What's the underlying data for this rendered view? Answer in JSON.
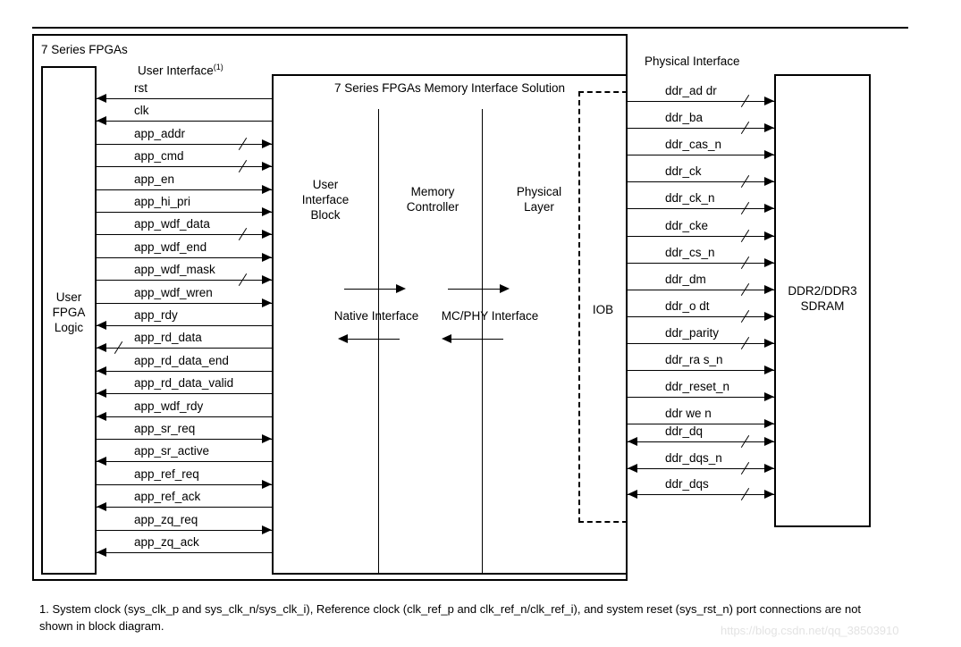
{
  "diagram": {
    "outer_label": "7 Series FPGAs",
    "left_block": "User\nFPGA\nLogic",
    "left_block_lines": [
      "User",
      "FPGA",
      "Logic"
    ],
    "user_interface_label": "User Interface",
    "user_interface_superscript": "(1)",
    "solution_title": "7 Series FPGAs Memory Interface Solution",
    "physical_interface_label": "Physical Interface",
    "sdram_block_lines": [
      "DDR2/DDR3",
      "SDRAM"
    ],
    "iob_label": "IOB",
    "inner_blocks": [
      {
        "name": "user-interface-block",
        "lines": [
          "User",
          "Interface",
          "Block"
        ]
      },
      {
        "name": "memory-controller",
        "lines": [
          "Memory",
          "Controller"
        ]
      },
      {
        "name": "physical-layer",
        "lines": [
          "Physical",
          "Layer"
        ]
      }
    ],
    "interface_labels": [
      {
        "name": "native-interface",
        "text": "Native Interface"
      },
      {
        "name": "mc-phy-interface",
        "text": "MC/PHY Interface"
      }
    ],
    "user_signals": [
      {
        "label": "rst",
        "dir": "left",
        "bus": false
      },
      {
        "label": "clk",
        "dir": "left",
        "bus": false
      },
      {
        "label": "app_addr",
        "dir": "right",
        "bus": true
      },
      {
        "label": "app_cmd",
        "dir": "right",
        "bus": true
      },
      {
        "label": "app_en",
        "dir": "right",
        "bus": false
      },
      {
        "label": "app_hi_pri",
        "dir": "right",
        "bus": false
      },
      {
        "label": "app_wdf_data",
        "dir": "right",
        "bus": true
      },
      {
        "label": "app_wdf_end",
        "dir": "right",
        "bus": false
      },
      {
        "label": "app_wdf_mask",
        "dir": "right",
        "bus": true
      },
      {
        "label": "app_wdf_wren",
        "dir": "right",
        "bus": false
      },
      {
        "label": "app_rdy",
        "dir": "left",
        "bus": false
      },
      {
        "label": "app_rd_data",
        "dir": "left",
        "bus": true
      },
      {
        "label": "app_rd_data_end",
        "dir": "left",
        "bus": false
      },
      {
        "label": "app_rd_data_valid",
        "dir": "left",
        "bus": false
      },
      {
        "label": "app_wdf_rdy",
        "dir": "left",
        "bus": false
      },
      {
        "label": "app_sr_req",
        "dir": "right",
        "bus": false
      },
      {
        "label": "app_sr_active",
        "dir": "left",
        "bus": false
      },
      {
        "label": "app_ref_req",
        "dir": "right",
        "bus": false
      },
      {
        "label": "app_ref_ack",
        "dir": "left",
        "bus": false
      },
      {
        "label": "app_zq_req",
        "dir": "right",
        "bus": false
      },
      {
        "label": "app_zq_ack",
        "dir": "left",
        "bus": false
      }
    ],
    "ddr_signals": [
      {
        "label": "ddr_ad dr",
        "dir": "right",
        "bus": true
      },
      {
        "label": "ddr_ba",
        "dir": "right",
        "bus": true
      },
      {
        "label": "ddr_cas_n",
        "dir": "right",
        "bus": false
      },
      {
        "label": "ddr_ck",
        "dir": "right",
        "bus": true
      },
      {
        "label": "ddr_ck_n",
        "dir": "right",
        "bus": true
      },
      {
        "label": "ddr_cke",
        "dir": "right",
        "bus": true
      },
      {
        "label": "ddr_cs_n",
        "dir": "right",
        "bus": true
      },
      {
        "label": "ddr_dm",
        "dir": "right",
        "bus": true
      },
      {
        "label": "ddr_o dt",
        "dir": "right",
        "bus": true
      },
      {
        "label": "ddr_parity",
        "dir": "right",
        "bus": true
      },
      {
        "label": "ddr_ra s_n",
        "dir": "right",
        "bus": false
      },
      {
        "label": "ddr_reset_n",
        "dir": "right",
        "bus": false
      },
      {
        "label": "ddr we n",
        "dir": "right",
        "bus": false
      }
    ],
    "ddr_bidir_signals": [
      {
        "label": "ddr_dq",
        "dir": "both",
        "bus": true
      },
      {
        "label": "ddr_dqs_n",
        "dir": "both",
        "bus": true
      },
      {
        "label": "ddr_dqs",
        "dir": "both",
        "bus": true
      }
    ],
    "footnote": "1. System clock (sys_clk_p and sys_clk_n/sys_clk_i), Reference clock (clk_ref_p and clk_ref_n/clk_ref_i), and system reset (sys_rst_n) port connections are not shown in block diagram.",
    "watermark": "https://blog.csdn.net/qq_38503910"
  }
}
